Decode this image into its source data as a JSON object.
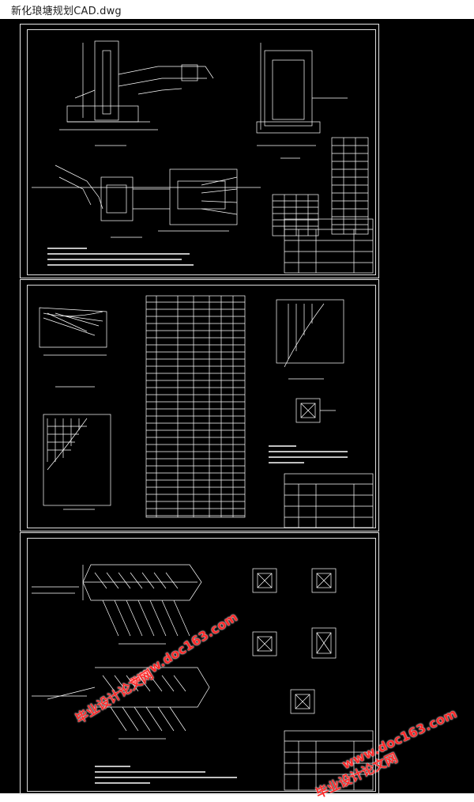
{
  "window": {
    "title": "新化琅塘规划CAD.dwg"
  },
  "watermark": {
    "site": "毕业设计论文网",
    "url": "www.doc163.com"
  },
  "colors": {
    "background": "#000000",
    "lines": "#ffffff",
    "watermark": "#ff2a2a"
  }
}
